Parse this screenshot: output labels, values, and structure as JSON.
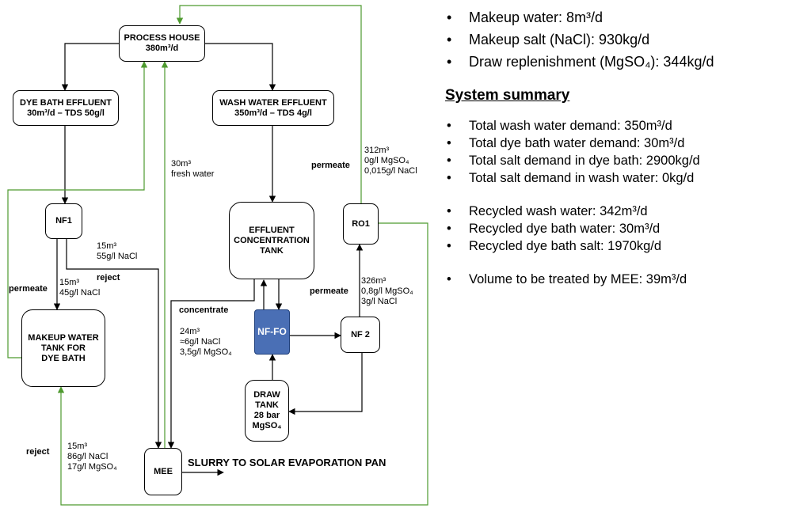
{
  "nodes": {
    "process_house": {
      "name": "PROCESS HOUSE",
      "flow": "380m³/d"
    },
    "dye_bath_effluent": {
      "name": "DYE BATH EFFLUENT",
      "flow": "30m³/d – TDS 50g/l"
    },
    "wash_water_effluent": {
      "name": "WASH WATER EFFLUENT",
      "flow": "350m³/d – TDS 4g/l"
    },
    "nf1": {
      "name": "NF1"
    },
    "makeup_tank": {
      "line1": "MAKEUP WATER",
      "line2": "TANK FOR",
      "line3": "DYE BATH"
    },
    "effluent_tank": {
      "line1": "EFFLUENT",
      "line2": "CONCENTRATION",
      "line3": "TANK"
    },
    "ro1": {
      "name": "RO1"
    },
    "nf_fo": {
      "name": "NF-FO"
    },
    "nf2": {
      "name": "NF 2"
    },
    "draw_tank": {
      "line1": "DRAW",
      "line2": "TANK",
      "line3": "28 bar",
      "line4": "MgSO₄"
    },
    "mee": {
      "name": "MEE"
    }
  },
  "labels": {
    "permeate_nf1": "permeate",
    "reject_nf1": "reject",
    "reject_bottom": "reject",
    "permeate_ro1": "permeate",
    "permeate_nf2": "permeate",
    "concentrate": "concentrate",
    "slurry": "SLURRY TO SOLAR EVAPORATION PAN"
  },
  "notes": {
    "fresh_water": [
      "30m³",
      "fresh water"
    ],
    "nf1_reject": [
      "15m³",
      "55g/l NaCl"
    ],
    "nf1_permeate": [
      "15m³",
      "45g/l NaCl"
    ],
    "ro1_permeate": [
      "312m³",
      "0g/l MgSO₄",
      "0,015g/l NaCl"
    ],
    "nf2_permeate": [
      "326m³",
      "0,8g/l MgSO₄",
      "3g/l NaCl"
    ],
    "concentrate": [
      "24m³",
      "≈6g/l NaCl",
      "3,5g/l MgSO₄"
    ],
    "bottom_reject": [
      "15m³",
      "86g/l NaCl",
      "17g/l MgSO₄"
    ]
  },
  "summary": {
    "top_items": [
      "Makeup water: 8m³/d",
      "Makeup salt (NaCl): 930kg/d",
      "Draw replenishment (MgSO₄): 344kg/d"
    ],
    "title": "System summary",
    "group1": [
      "Total wash water demand: 350m³/d",
      "Total dye bath water demand: 30m³/d",
      "Total salt demand in dye bath: 2900kg/d",
      "Total salt demand in wash water: 0kg/d"
    ],
    "group2": [
      "Recycled wash water: 342m³/d",
      "Recycled dye bath water: 30m³/d",
      "Recycled dye bath salt: 1970kg/d"
    ],
    "group3": [
      "Volume to be treated by MEE: 39m³/d"
    ]
  },
  "colors": {
    "recycle_line": "#4e9a2f",
    "fo_fill": "#4a6fb5",
    "line": "#000000"
  }
}
